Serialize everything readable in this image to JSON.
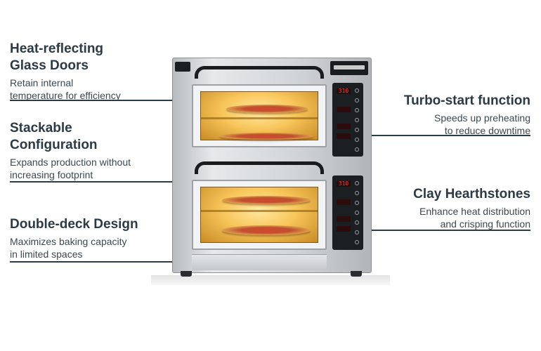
{
  "features": {
    "glass_doors": {
      "title": "Heat-reflecting\nGlass Doors",
      "desc": "Retain internal\ntemperature for efficiency"
    },
    "stackable": {
      "title": "Stackable\nConfiguration",
      "desc": "Expands production without\nincreasing footprint"
    },
    "double_deck": {
      "title": "Double-deck Design",
      "desc": "Maximizes baking capacity\nin limited spaces"
    },
    "turbo_start": {
      "title": "Turbo-start function",
      "desc": "Speeds up preheating\nto reduce downtime"
    },
    "hearthstones": {
      "title": "Clay Hearthstones",
      "desc": "Enhance heat distribution\nand crisping function"
    }
  },
  "oven": {
    "display_top": "310",
    "display_bottom": "310"
  },
  "colors": {
    "text": "#2b3a44",
    "leader_line": "#2d3b45",
    "background": "#ffffff"
  }
}
